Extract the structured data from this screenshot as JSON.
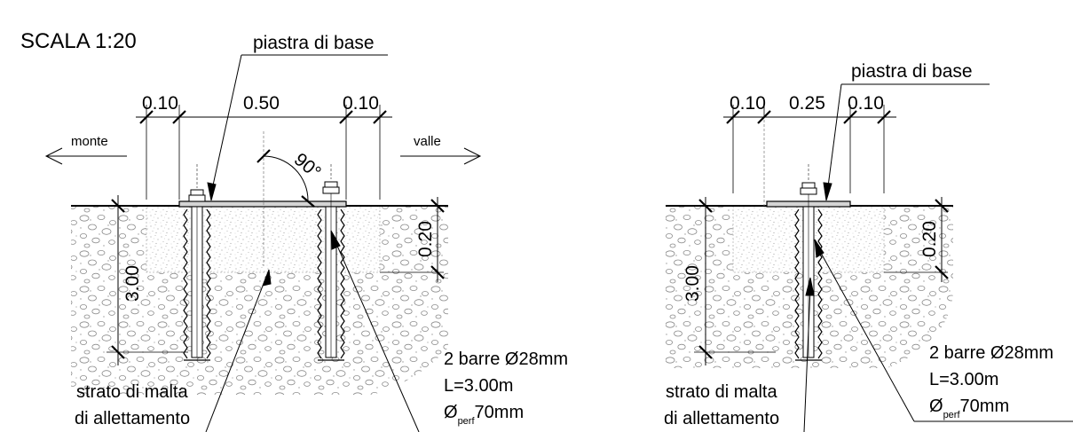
{
  "scale_label": "SCALA  1:20",
  "left_detail": {
    "plate_label": "piastra di base",
    "dim_side_left": "0.10",
    "dim_center": "0.50",
    "dim_side_right": "0.10",
    "dir_upstream": "monte",
    "dir_downstream": "valle",
    "angle_label": "90°",
    "depth_label": "3.00",
    "mortar_depth_label": "0.20",
    "mortar_label_line1": "strato di malta",
    "mortar_label_line2": "di allettamento",
    "bars_line1": "2 barre Ø28mm",
    "bars_line2": "L=3.00m",
    "bars_line3_symbol": "Ø",
    "bars_line3_sub": "perf",
    "bars_line3_value": "70mm"
  },
  "right_detail": {
    "plate_label": "piastra di base",
    "dim_side_left": "0.10",
    "dim_center": "0.25",
    "dim_side_right": "0.10",
    "depth_label": "3.00",
    "mortar_depth_label": "0.20",
    "mortar_label_line1": "strato di malta",
    "mortar_label_line2": "di allettamento",
    "bars_line1": "2 barre Ø28mm",
    "bars_line2": "L=3.00m",
    "bars_line3_symbol": "Ø",
    "bars_line3_sub": "perf",
    "bars_line3_value": "70mm"
  }
}
